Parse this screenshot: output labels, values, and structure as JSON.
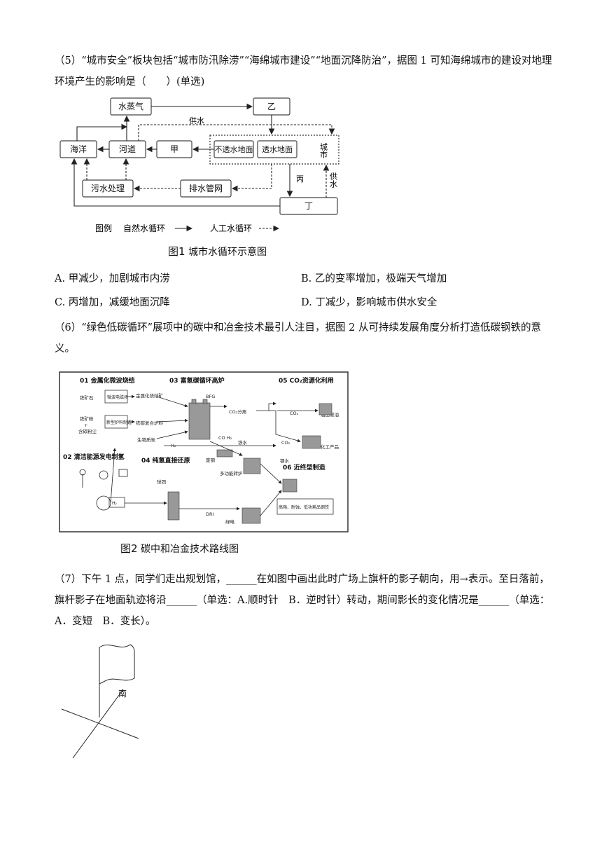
{
  "q5": {
    "stem": "（5）“城市安全”板块包括“城市防汛除涝”“海绵城市建设”“地面沉降防治”，据图 1 可知海绵城市的建设对地理环境产生的影响是（　　）(单选)",
    "figure1": {
      "nodes": {
        "vapor": "水蒸气",
        "yi": "乙",
        "ocean": "海洋",
        "river": "河道",
        "jia": "甲",
        "impervious": "不透水地面",
        "pervious": "透水地面",
        "city": "城市",
        "sewage": "污水处理",
        "drain": "排水管网",
        "ding": "丁"
      },
      "labels": {
        "supply_top": "供水",
        "bing": "丙",
        "supply_side": "供水"
      },
      "legend": {
        "title": "图例",
        "natural": "自然水循环",
        "artificial": "人工水循环"
      },
      "caption_num": "图1",
      "caption_text": "城市水循环示意图"
    },
    "options": [
      {
        "key": "A",
        "text": "A. 甲减少，加剧城市内涝"
      },
      {
        "key": "B",
        "text": "B. 乙的变率增加，极端天气增加"
      },
      {
        "key": "C",
        "text": "C. 丙增加，减缓地面沉降"
      },
      {
        "key": "D",
        "text": "D. 丁减少，影响城市供水安全"
      }
    ]
  },
  "q6": {
    "stem": "（6）“绿色低碳循环”展项中的碳中和冶金技术最引人注目，据图 2 从可持续发展角度分析打造低碳钢铁的意义。",
    "figure2": {
      "sections": {
        "s01": "01 金属化微波烧结",
        "s02": "02 清洁能源发电制氢",
        "s03": "03 富氢碳循环高炉",
        "s04": "04 纯氢直接还原",
        "s05": "05 CO₂资源化利用",
        "s06": "06 近终型制造"
      },
      "items": {
        "ore": "铁矿石",
        "ore_powder": "铁矿粉",
        "plus": "+",
        "carbon_powder": "含碳粉尘",
        "microwave": "微波电磁场",
        "metallize": "金属化烧结矿",
        "new_furnace": "新型炉料制造",
        "iron_carbon": "铁碳复合炉料",
        "biomass": "生物质炭",
        "bfg": "BFG",
        "co2_sep": "CO₂分离",
        "co_h2": "CO H₂",
        "h2_a": "H₂",
        "co2_a": "CO₂",
        "co2_b": "CO₂",
        "oilfield": "油田驱油",
        "chem": "化工产品",
        "molten_iron": "铁水",
        "scrap": "废钢",
        "multi_furnace": "多功能转炉",
        "steel_water": "钢水",
        "pellet": "球团",
        "h2_b": "H₂",
        "dri": "DRI",
        "green_power": "绿电",
        "product": "高强、耐蚀、低功耗品钢铁"
      },
      "caption_num": "图2",
      "caption_text": "碳中和冶金技术路线图"
    }
  },
  "q7": {
    "stem": "（7）下午 1 点，同学们走出规划馆，______在如图中画出此时广场上旗杆的影子朝向，用→表示。至日落前，旗杆影子在地面轨迹将沿______（单选：A.顺时针　B．逆时针）转动，期间影长的变化情况是______（单选：A．变短　B．变长）。",
    "figure3": {
      "south": "南"
    }
  }
}
